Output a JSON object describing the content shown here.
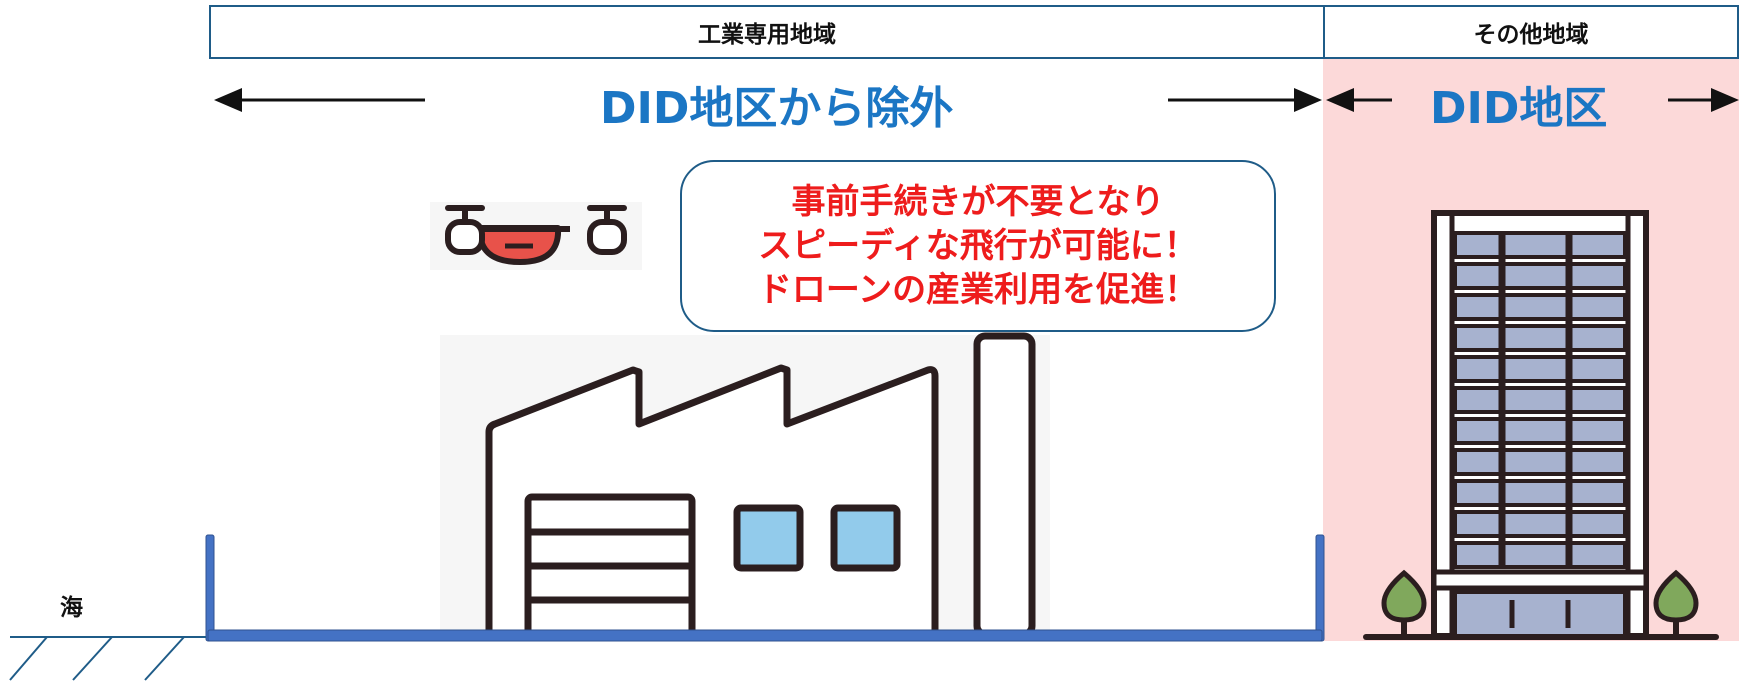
{
  "zones": {
    "industrial": "工業専用地域",
    "other": "その他地域"
  },
  "labels": {
    "excluded": "DID地区から除外",
    "did": "DID地区",
    "sea": "海"
  },
  "callout": {
    "lines": [
      "事前手続きが不要となり",
      "スピーディな飛行が可能に！",
      "ドローンの産業利用を促進！"
    ]
  },
  "colors": {
    "zone_border": "#1f5c88",
    "label_blue": "#1b76c4",
    "callout_red": "#ee1c1c",
    "did_area_pink": "#fcd9d9",
    "ground_blue": "#4472c4",
    "drone_body": "#e8524a",
    "window_blue": "#92cbeb",
    "building_window": "#a7b2cf",
    "tree_green": "#80a85c"
  },
  "icons": [
    "drone-icon",
    "factory-icon",
    "office-building-icon",
    "tree-icon"
  ]
}
